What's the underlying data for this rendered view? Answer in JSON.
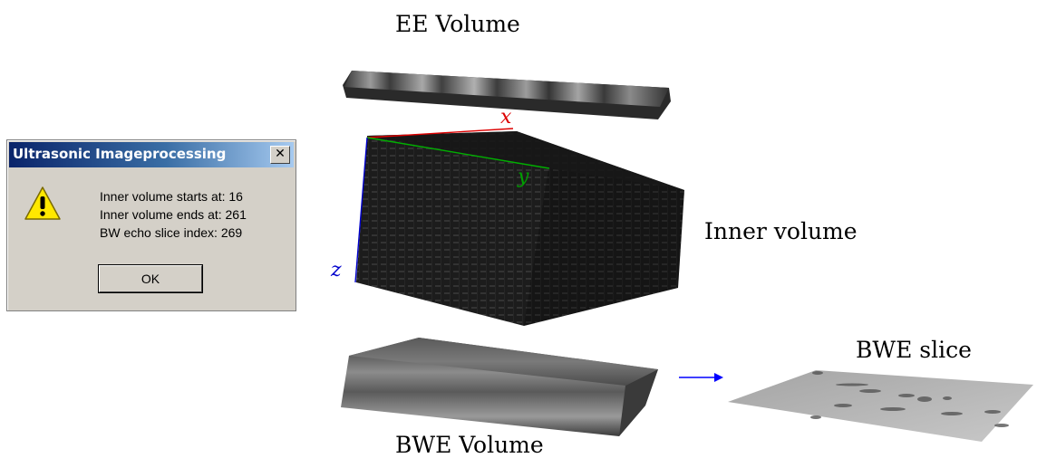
{
  "labels": {
    "ee_volume": "EE Volume",
    "inner_volume": "Inner volume",
    "bwe_volume": "BWE Volume",
    "bwe_slice": "BWE slice"
  },
  "axes": {
    "x": "x",
    "y": "y",
    "z": "z",
    "x_color": "#dd0000",
    "y_color": "#00a000",
    "z_color": "#0000cc"
  },
  "dialog": {
    "title": "Ultrasonic Imageprocessing",
    "close_glyph": "✕",
    "icon": "warning-icon",
    "lines": [
      "Inner volume starts at: 16",
      "Inner volume ends at: 261",
      "BW echo slice index: 269"
    ],
    "ok_label": "OK"
  },
  "arrow_color": "#0000ff"
}
